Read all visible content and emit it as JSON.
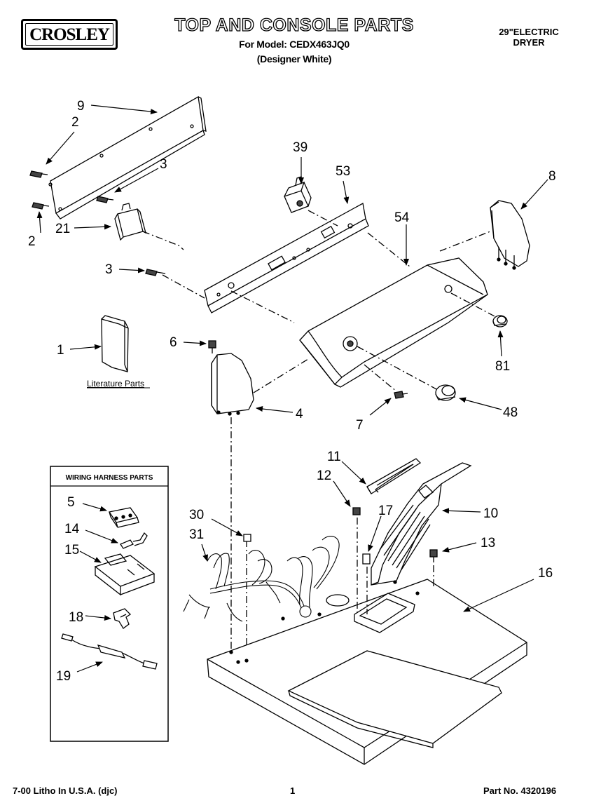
{
  "header": {
    "brand": "CROSLEY",
    "title": "TOP AND CONSOLE PARTS",
    "model_line": "For Model: CEDX463JQ0",
    "variant_line": "(Designer White)",
    "product_line1": "29\"ELECTRIC",
    "product_line2": "DRYER"
  },
  "footer": {
    "litho": "7-00 Litho In U.S.A. (djc)",
    "page": "1",
    "part_no": "Part No. 4320196"
  },
  "literature": {
    "label": "Literature Parts"
  },
  "wiring_box": {
    "title": "WIRING HARNESS PARTS"
  },
  "callouts": {
    "c9": "9",
    "c2a": "2",
    "c2b": "2",
    "c3a": "3",
    "c3b": "3",
    "c21": "21",
    "c39": "39",
    "c53": "53",
    "c54": "54",
    "c8": "8",
    "c1": "1",
    "c6": "6",
    "c81": "81",
    "c4": "4",
    "c7": "7",
    "c48": "48",
    "c5": "5",
    "c14": "14",
    "c15": "15",
    "c18": "18",
    "c19": "19",
    "c11": "11",
    "c12": "12",
    "c17": "17",
    "c10": "10",
    "c13": "13",
    "c30": "30",
    "c31": "31",
    "c16": "16"
  }
}
